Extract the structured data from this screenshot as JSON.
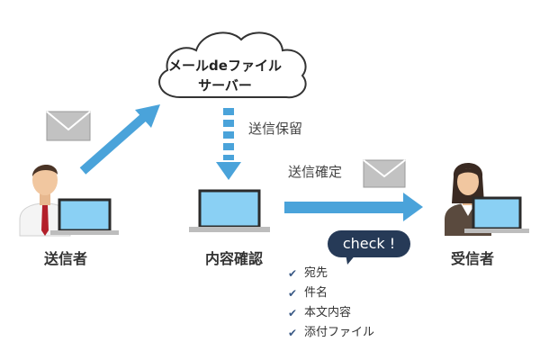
{
  "cloud": {
    "title_line1": "メールdeファイル",
    "title_line2": "サーバー"
  },
  "labels": {
    "sender": "送信者",
    "confirm": "内容確認",
    "receiver": "受信者",
    "hold": "送信保留",
    "send_confirm": "送信確定"
  },
  "check": {
    "bubble": "check !",
    "items": [
      "宛先",
      "件名",
      "本文内容",
      "添付ファイル"
    ]
  },
  "icons": {
    "cloud": "cloud-icon",
    "envelope": "envelope-icon",
    "laptop": "laptop-icon",
    "person_male": "male-person-icon",
    "person_female": "female-person-icon",
    "checkmark": "checkmark-icon"
  },
  "colors": {
    "arrow": "#4aa3da",
    "bubble": "#263a57",
    "envelope": "#b8b8b8",
    "tick": "#3b5a86"
  }
}
